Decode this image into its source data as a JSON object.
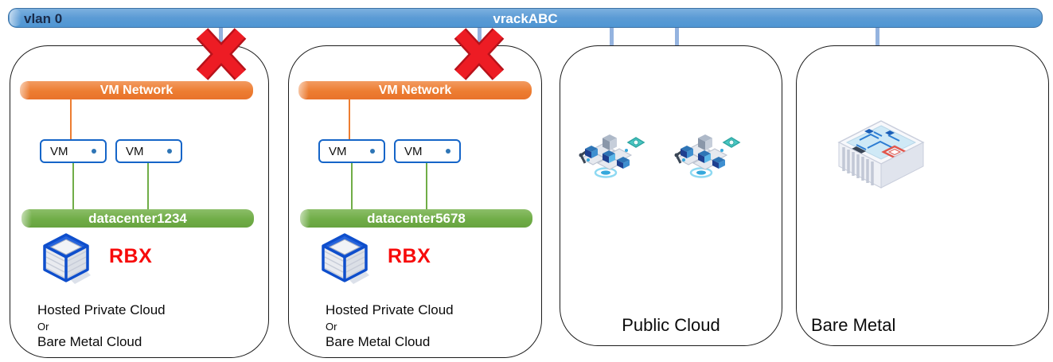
{
  "vlan_bar": {
    "left_label": "vlan 0",
    "center_label": "vrackABC"
  },
  "colors": {
    "vrack_bar": "#5B9BD5",
    "vrack_bar_border": "#3D72A4",
    "vlan_text": "#1A2B4A",
    "connector_line": "#94B3DF",
    "vm_network_bar": "#ED7D31",
    "datacenter_bar": "#70AD47",
    "vm_box_border": "#1565C8",
    "vm_dot": "#2E75B6",
    "cross_red": "#ED1C24",
    "rbx_red": "#F70B0B",
    "container_border": "#1B1B1B"
  },
  "containers": [
    {
      "name": "hosted-private-cloud-1",
      "vm_network": "VM Network",
      "vm_labels": [
        "VM",
        "VM"
      ],
      "datacenter": "datacenter1234",
      "region": "RBX",
      "desc": [
        "Hosted Private Cloud",
        "Or",
        "Bare Metal Cloud"
      ],
      "connection_blocked": true
    },
    {
      "name": "hosted-private-cloud-2",
      "vm_network": "VM Network",
      "vm_labels": [
        "VM",
        "VM"
      ],
      "datacenter": "datacenter5678",
      "region": "RBX",
      "desc": [
        "Hosted Private Cloud",
        "Or",
        "Bare Metal Cloud"
      ],
      "connection_blocked": true
    },
    {
      "name": "public-cloud",
      "label": "Public Cloud",
      "connection_blocked": false
    },
    {
      "name": "bare-metal",
      "label": "Bare Metal",
      "connection_blocked": false
    }
  ]
}
